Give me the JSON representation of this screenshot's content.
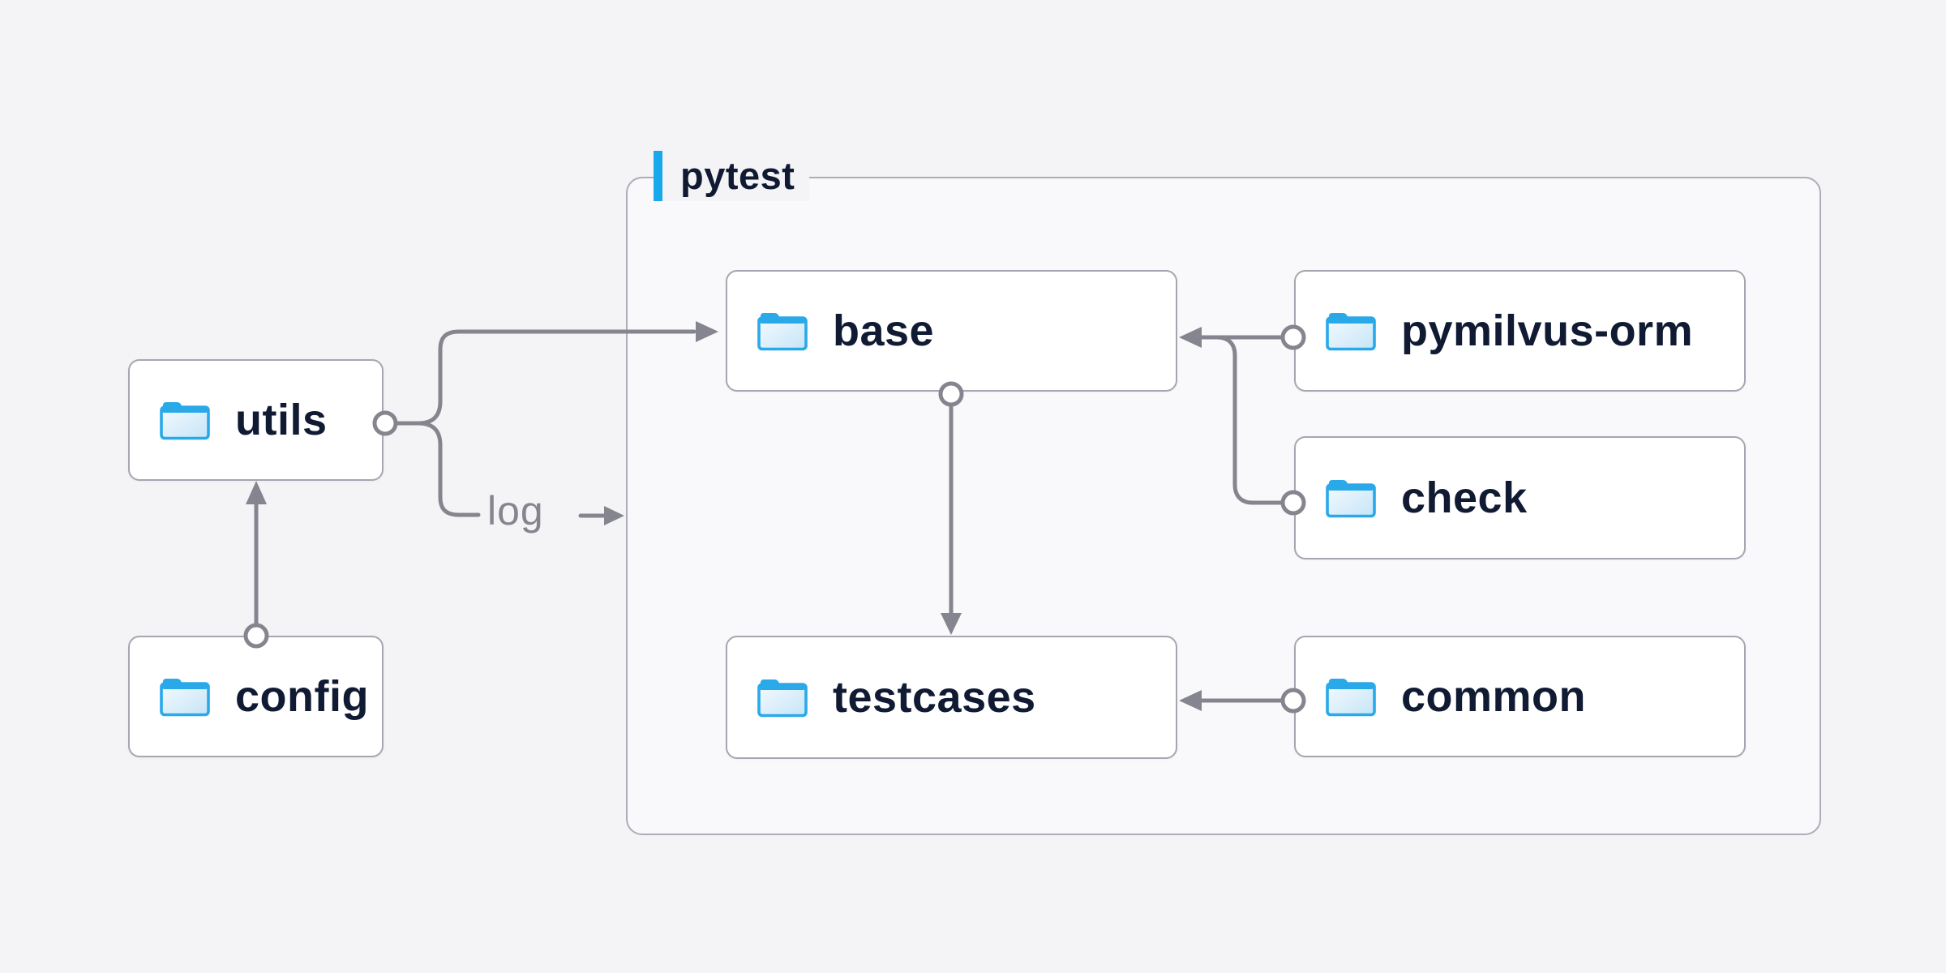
{
  "diagram": {
    "title_group": {
      "label": "pytest",
      "accent_bar_color": "#18a8ec"
    },
    "nodes": {
      "utils": {
        "label": "utils",
        "icon": "folder-icon"
      },
      "config": {
        "label": "config",
        "icon": "folder-icon"
      },
      "base": {
        "label": "base",
        "icon": "folder-icon"
      },
      "pymilvus-orm": {
        "label": "pymilvus-orm",
        "icon": "folder-icon"
      },
      "check": {
        "label": "check",
        "icon": "folder-icon"
      },
      "testcases": {
        "label": "testcases",
        "icon": "folder-icon"
      },
      "common": {
        "label": "common",
        "icon": "folder-icon"
      }
    },
    "edges": [
      {
        "from": "config",
        "to": "utils",
        "style": "circle-start arrow-end"
      },
      {
        "from": "utils",
        "to": "base",
        "style": "circle-start arrow-end"
      },
      {
        "from": "utils",
        "to": "log",
        "style": "circle-start arrow-end",
        "label": "log"
      },
      {
        "from": "pymilvus-orm",
        "to": "base",
        "style": "circle-start arrow-end"
      },
      {
        "from": "check",
        "to": "base",
        "style": "circle-start arrow-end"
      },
      {
        "from": "base",
        "to": "testcases",
        "style": "circle-start arrow-end"
      },
      {
        "from": "common",
        "to": "testcases",
        "style": "circle-start arrow-end"
      }
    ],
    "edge_label": "log",
    "colors": {
      "background": "#f4f4f6",
      "group_fill": "#f9f9fb",
      "group_border": "#adadb8",
      "node_border": "#a6a6b1",
      "node_fill": "#ffffff",
      "connector": "#85858f",
      "text": "#101b33",
      "accent_blue": "#18a8ec",
      "folder_blue": "#2aa9e9"
    }
  }
}
